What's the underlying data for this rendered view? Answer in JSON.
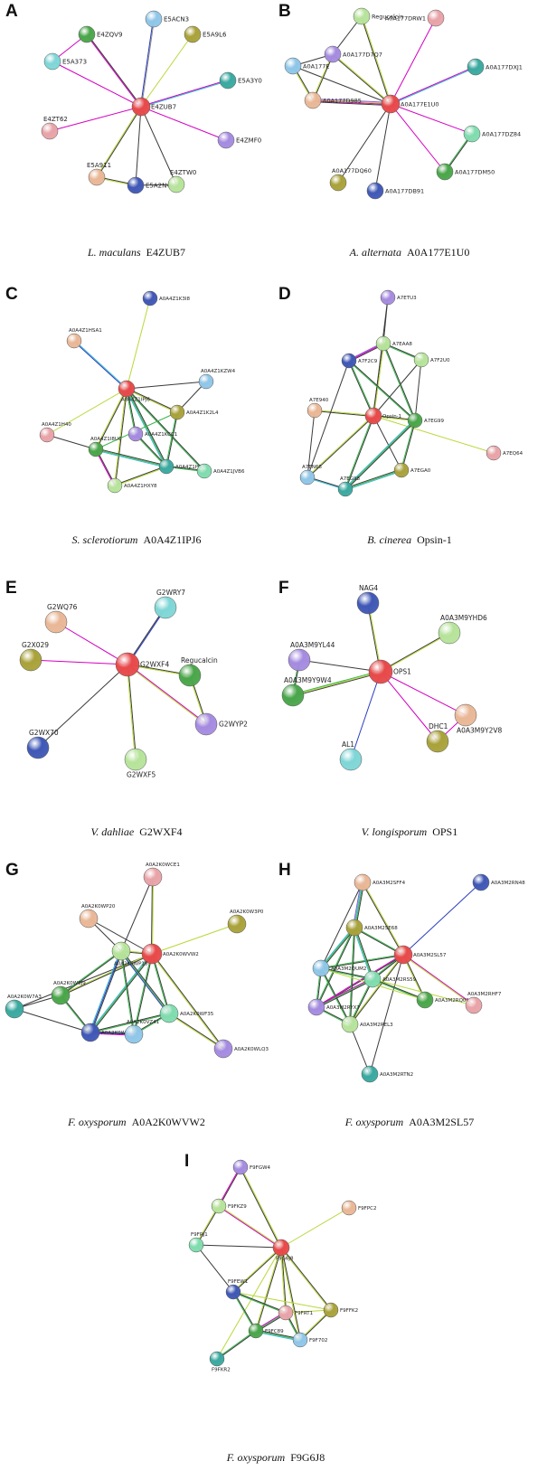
{
  "palette": {
    "red": "#e8494a",
    "green": "#4aa64a",
    "lightgreen": "#b6e39a",
    "cyan": "#7fd6d6",
    "teal": "#3aa9a0",
    "blue": "#4058b6",
    "purple": "#a58be0",
    "peach": "#e9b796",
    "pink": "#e8a3a8",
    "olive": "#a9a23a",
    "skyblue": "#8fc6e8",
    "mint": "#7fdcae"
  },
  "edge_colors": {
    "black": "#3a3a3a",
    "magenta": "#d400c0",
    "yellowgreen": "#b8d83a",
    "green": "#39b54a",
    "blue": "#2a3dbf",
    "cyan": "#38b8d0",
    "purple": "#8a5cd0",
    "grey": "#888888"
  },
  "panels": [
    {
      "letter": "A",
      "species": "L. maculans",
      "protein": "E4ZUB7",
      "nodes": [
        {
          "id": "E4ZUB7",
          "color": "red"
        },
        {
          "id": "E5ACN3",
          "color": "skyblue"
        },
        {
          "id": "E5A9L6",
          "color": "olive"
        },
        {
          "id": "E4ZQV9",
          "color": "green"
        },
        {
          "id": "E5A373",
          "color": "cyan"
        },
        {
          "id": "E5A3Y0",
          "color": "teal"
        },
        {
          "id": "E4ZT62",
          "color": "pink"
        },
        {
          "id": "E4ZMF0",
          "color": "purple"
        },
        {
          "id": "E5A911",
          "color": "peach"
        },
        {
          "id": "E5A2N4",
          "color": "blue"
        },
        {
          "id": "E4ZTW0",
          "color": "lightgreen"
        }
      ]
    },
    {
      "letter": "B",
      "species": "A. alternata",
      "protein": "A0A177E1U0",
      "nodes": [
        {
          "id": "A0A177E1U0",
          "color": "red"
        },
        {
          "id": "Regucalcin",
          "color": "lightgreen"
        },
        {
          "id": "A0A177DRW1",
          "color": "pink"
        },
        {
          "id": "A0A177D7Q7",
          "color": "purple"
        },
        {
          "id": "A0A177E",
          "color": "skyblue"
        },
        {
          "id": "A0A177D985",
          "color": "peach"
        },
        {
          "id": "A0A177DXJ1",
          "color": "teal"
        },
        {
          "id": "A0A177DZ84",
          "color": "mint"
        },
        {
          "id": "A0A177DM50",
          "color": "green"
        },
        {
          "id": "A0A177DQ60",
          "color": "olive"
        },
        {
          "id": "A0A177DB91",
          "color": "blue"
        }
      ]
    },
    {
      "letter": "C",
      "species": "S. sclerotiorum",
      "protein": "A0A4Z1IPJ6",
      "nodes": [
        {
          "id": "A0A4Z1IPJ6",
          "color": "red"
        },
        {
          "id": "A0A4Z1K3I8",
          "color": "blue"
        },
        {
          "id": "A0A4Z1HSA1",
          "color": "peach"
        },
        {
          "id": "A0A4Z1KZW4",
          "color": "skyblue"
        },
        {
          "id": "A0A4Z1K2L4",
          "color": "olive"
        },
        {
          "id": "A0A4Z1H40",
          "color": "pink"
        },
        {
          "id": "A0A4Z1KCC1",
          "color": "purple"
        },
        {
          "id": "A0A4Z1I8U6",
          "color": "green"
        },
        {
          "id": "A0A4Z1H78",
          "color": "teal"
        },
        {
          "id": "A0A4Z1JVB6",
          "color": "mint"
        },
        {
          "id": "A0A4Z1HXY8",
          "color": "lightgreen"
        }
      ]
    },
    {
      "letter": "D",
      "species": "B. cinerea",
      "protein": "Opsin-1",
      "nodes": [
        {
          "id": "Opsin-1",
          "color": "red"
        },
        {
          "id": "A7ETU3",
          "color": "purple"
        },
        {
          "id": "A7EAA8",
          "color": "lightgreen"
        },
        {
          "id": "A7F2C9",
          "color": "blue"
        },
        {
          "id": "A7F2U0",
          "color": "lightgreen"
        },
        {
          "id": "A7E940",
          "color": "peach"
        },
        {
          "id": "A7EG99",
          "color": "green"
        },
        {
          "id": "A7EQ64",
          "color": "pink"
        },
        {
          "id": "A7EN66",
          "color": "skyblue"
        },
        {
          "id": "A7EGA0",
          "color": "olive"
        },
        {
          "id": "A7EG98",
          "color": "teal"
        }
      ]
    },
    {
      "letter": "E",
      "species": "V. dahliae",
      "protein": "G2WXF4",
      "nodes": [
        {
          "id": "G2WXF4",
          "color": "red"
        },
        {
          "id": "G2WQ76",
          "color": "peach"
        },
        {
          "id": "G2WRY7",
          "color": "cyan"
        },
        {
          "id": "G2X029",
          "color": "olive"
        },
        {
          "id": "Regucalcin",
          "color": "green"
        },
        {
          "id": "G2WYP2",
          "color": "purple"
        },
        {
          "id": "G2WX70",
          "color": "blue"
        },
        {
          "id": "G2WXF5",
          "color": "lightgreen"
        }
      ]
    },
    {
      "letter": "F",
      "species": "V. longisporum",
      "protein": "OPS1",
      "nodes": [
        {
          "id": "OPS1",
          "color": "red"
        },
        {
          "id": "NAG4",
          "color": "blue"
        },
        {
          "id": "A0A3M9YHD6",
          "color": "lightgreen"
        },
        {
          "id": "A0A3M9YL44",
          "color": "purple"
        },
        {
          "id": "A0A3M9Y9W4",
          "color": "green"
        },
        {
          "id": "A0A3M9Y2V8",
          "color": "peach"
        },
        {
          "id": "DHC1",
          "color": "olive"
        },
        {
          "id": "AL1",
          "color": "cyan"
        }
      ]
    },
    {
      "letter": "G",
      "species": "F. oxysporum",
      "protein": "A0A2K0WVW2",
      "nodes": [
        {
          "id": "A0A2K0WVW2",
          "color": "red"
        },
        {
          "id": "A0A2K0WP20",
          "color": "peach"
        },
        {
          "id": "A0A2K0WCE1",
          "color": "pink"
        },
        {
          "id": "A0A2K0WP16",
          "color": "lightgreen"
        },
        {
          "id": "A0A2K0W3P0",
          "color": "olive"
        },
        {
          "id": "A0A2K0W7A3",
          "color": "teal"
        },
        {
          "id": "A0A2K0W5J9",
          "color": "green"
        },
        {
          "id": "A0A2K0WF35",
          "color": "mint"
        },
        {
          "id": "A0A2K0WCQ1",
          "color": "blue"
        },
        {
          "id": "A0A2K0VZ41",
          "color": "skyblue"
        },
        {
          "id": "A0A2K0WLQ3",
          "color": "purple"
        }
      ]
    },
    {
      "letter": "H",
      "species": "F. oxysporum",
      "protein": "A0A3M2SL57",
      "nodes": [
        {
          "id": "A0A3M2SL57",
          "color": "red"
        },
        {
          "id": "A0A3M2SFF4",
          "color": "peach"
        },
        {
          "id": "A0A3M2RN48",
          "color": "blue"
        },
        {
          "id": "A0A3M2SE68",
          "color": "olive"
        },
        {
          "id": "A0A3M2QUM2",
          "color": "skyblue"
        },
        {
          "id": "A0A3M2RS59",
          "color": "mint"
        },
        {
          "id": "A0A3M2RQ01",
          "color": "green"
        },
        {
          "id": "A0A3M2RHF7",
          "color": "pink"
        },
        {
          "id": "A0A3M2RYX7",
          "color": "purple"
        },
        {
          "id": "A0A3M2REL3",
          "color": "lightgreen"
        },
        {
          "id": "A0A3M2RTN2",
          "color": "teal"
        }
      ]
    },
    {
      "letter": "I",
      "species": "F. oxysporum",
      "protein": "F9G6J8",
      "nodes": [
        {
          "id": "F9G6J8",
          "color": "red"
        },
        {
          "id": "F9FGW4",
          "color": "purple"
        },
        {
          "id": "F9FKZ9",
          "color": "lightgreen"
        },
        {
          "id": "F9FPC2",
          "color": "peach"
        },
        {
          "id": "F9FRJ1",
          "color": "mint"
        },
        {
          "id": "F9FEW1",
          "color": "blue"
        },
        {
          "id": "F9FRT1",
          "color": "pink"
        },
        {
          "id": "F9FFK2",
          "color": "olive"
        },
        {
          "id": "F9FC89",
          "color": "green"
        },
        {
          "id": "F9F702",
          "color": "skyblue"
        },
        {
          "id": "F9FKR2",
          "color": "teal"
        }
      ]
    }
  ]
}
